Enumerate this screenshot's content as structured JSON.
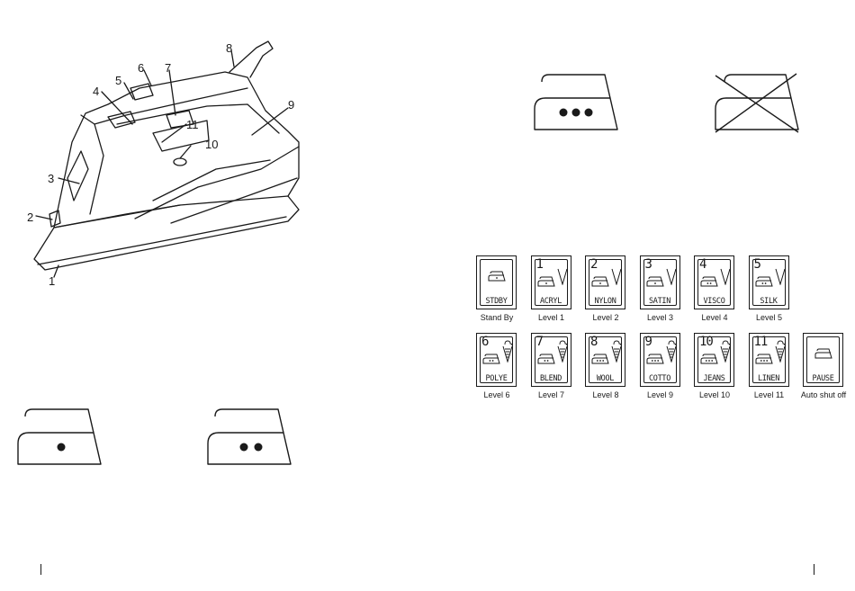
{
  "callouts": [
    "1",
    "2",
    "3",
    "4",
    "5",
    "6",
    "7",
    "8",
    "9",
    "10",
    "11"
  ],
  "settings_row1": [
    {
      "num": "",
      "abbr": "STDBY",
      "caption": "Stand By",
      "dots": 1,
      "steam": false
    },
    {
      "num": "1",
      "abbr": "ACRYL",
      "caption": "Level 1",
      "dots": 1,
      "steam": false
    },
    {
      "num": "2",
      "abbr": "NYLON",
      "caption": "Level 2",
      "dots": 1,
      "steam": false
    },
    {
      "num": "3",
      "abbr": "SATIN",
      "caption": "Level 3",
      "dots": 1,
      "steam": false
    },
    {
      "num": "4",
      "abbr": "VISCO",
      "caption": "Level 4",
      "dots": 2,
      "steam": false
    },
    {
      "num": "5",
      "abbr": "SILK",
      "caption": "Level 5",
      "dots": 2,
      "steam": false
    }
  ],
  "settings_row2": [
    {
      "num": "6",
      "abbr": "POLYE",
      "caption": "Level 6",
      "dots": 2,
      "steam": true
    },
    {
      "num": "7",
      "abbr": "BLEND",
      "caption": "Level 7",
      "dots": 2,
      "steam": true
    },
    {
      "num": "8",
      "abbr": "WOOL",
      "caption": "Level 8",
      "dots": 3,
      "steam": true
    },
    {
      "num": "9",
      "abbr": "COTTO",
      "caption": "Level 9",
      "dots": 3,
      "steam": true
    },
    {
      "num": "10",
      "abbr": "JEANS",
      "caption": "Level 10",
      "dots": 3,
      "steam": true
    },
    {
      "num": "11",
      "abbr": "LINEN",
      "caption": "Level 11",
      "dots": 3,
      "steam": true
    },
    {
      "num": "",
      "abbr": "PAUSE",
      "caption": "Auto shut off",
      "dots": 0,
      "steam": false
    }
  ],
  "icons": {
    "iron_one_dot": "iron-one-dot-icon",
    "iron_two_dots": "iron-two-dots-icon",
    "iron_three_dots": "iron-three-dots-icon",
    "iron_crossed": "do-not-iron-icon"
  }
}
